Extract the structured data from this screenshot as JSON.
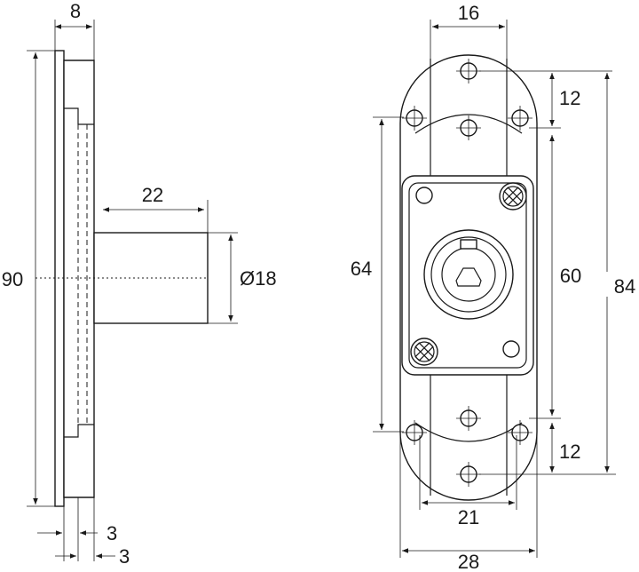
{
  "dimensions": {
    "side_thickness": "8",
    "side_height": "90",
    "cylinder_length": "22",
    "cylinder_diameter": "Ø18",
    "offset_a": "3",
    "offset_b": "3",
    "top_hole_spacing": "16",
    "plate_height": "64",
    "hole_pitch_top": "12",
    "inner_height": "60",
    "overall_height": "84",
    "hole_pitch_bottom": "12",
    "bottom_hole_spacing": "21",
    "overall_width": "28"
  }
}
